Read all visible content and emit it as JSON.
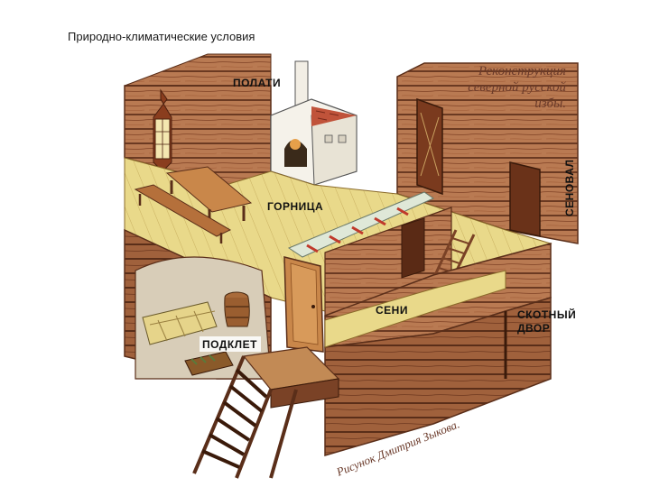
{
  "slide": {
    "title": "Природно-климатические условия"
  },
  "illustration": {
    "caption_lines": [
      "Реконструкция",
      "северной русской",
      "избы."
    ],
    "labels": {
      "polati": "ПОЛАТИ",
      "gornitsa": "ГОРНИЦА",
      "senoval": "СЕНОВАЛ",
      "seni": "СЕНИ",
      "skotny_line1": "СКОТНЫЙ",
      "skotny_line2": "ДВОР",
      "podklet": "ПОДКЛЕТ"
    },
    "signature": "Рисунок Дмитрия Зыкова."
  }
}
